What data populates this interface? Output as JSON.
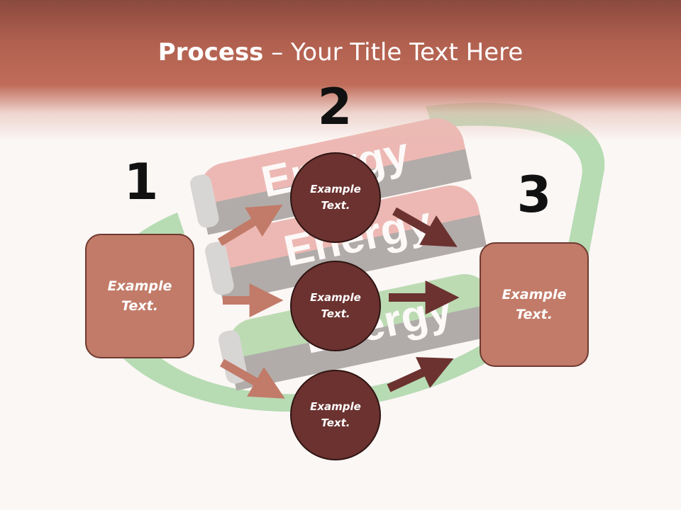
{
  "title": {
    "bold": "Process",
    "rest": " – Your Title Text Here"
  },
  "step_numbers": [
    "1",
    "2",
    "3"
  ],
  "left_box": {
    "text": "Example Text."
  },
  "circles": [
    {
      "text": "Example Text."
    },
    {
      "text": "Example Text."
    },
    {
      "text": "Example Text."
    }
  ],
  "right_box": {
    "text": "Example Text."
  },
  "background": {
    "battery_label": "Energy"
  },
  "colors": {
    "header": "#b1604f",
    "box_fill": "#c27b69",
    "circle_fill": "#6b3230",
    "arrow_light": "#c27b69",
    "arrow_dark": "#6b3230"
  }
}
